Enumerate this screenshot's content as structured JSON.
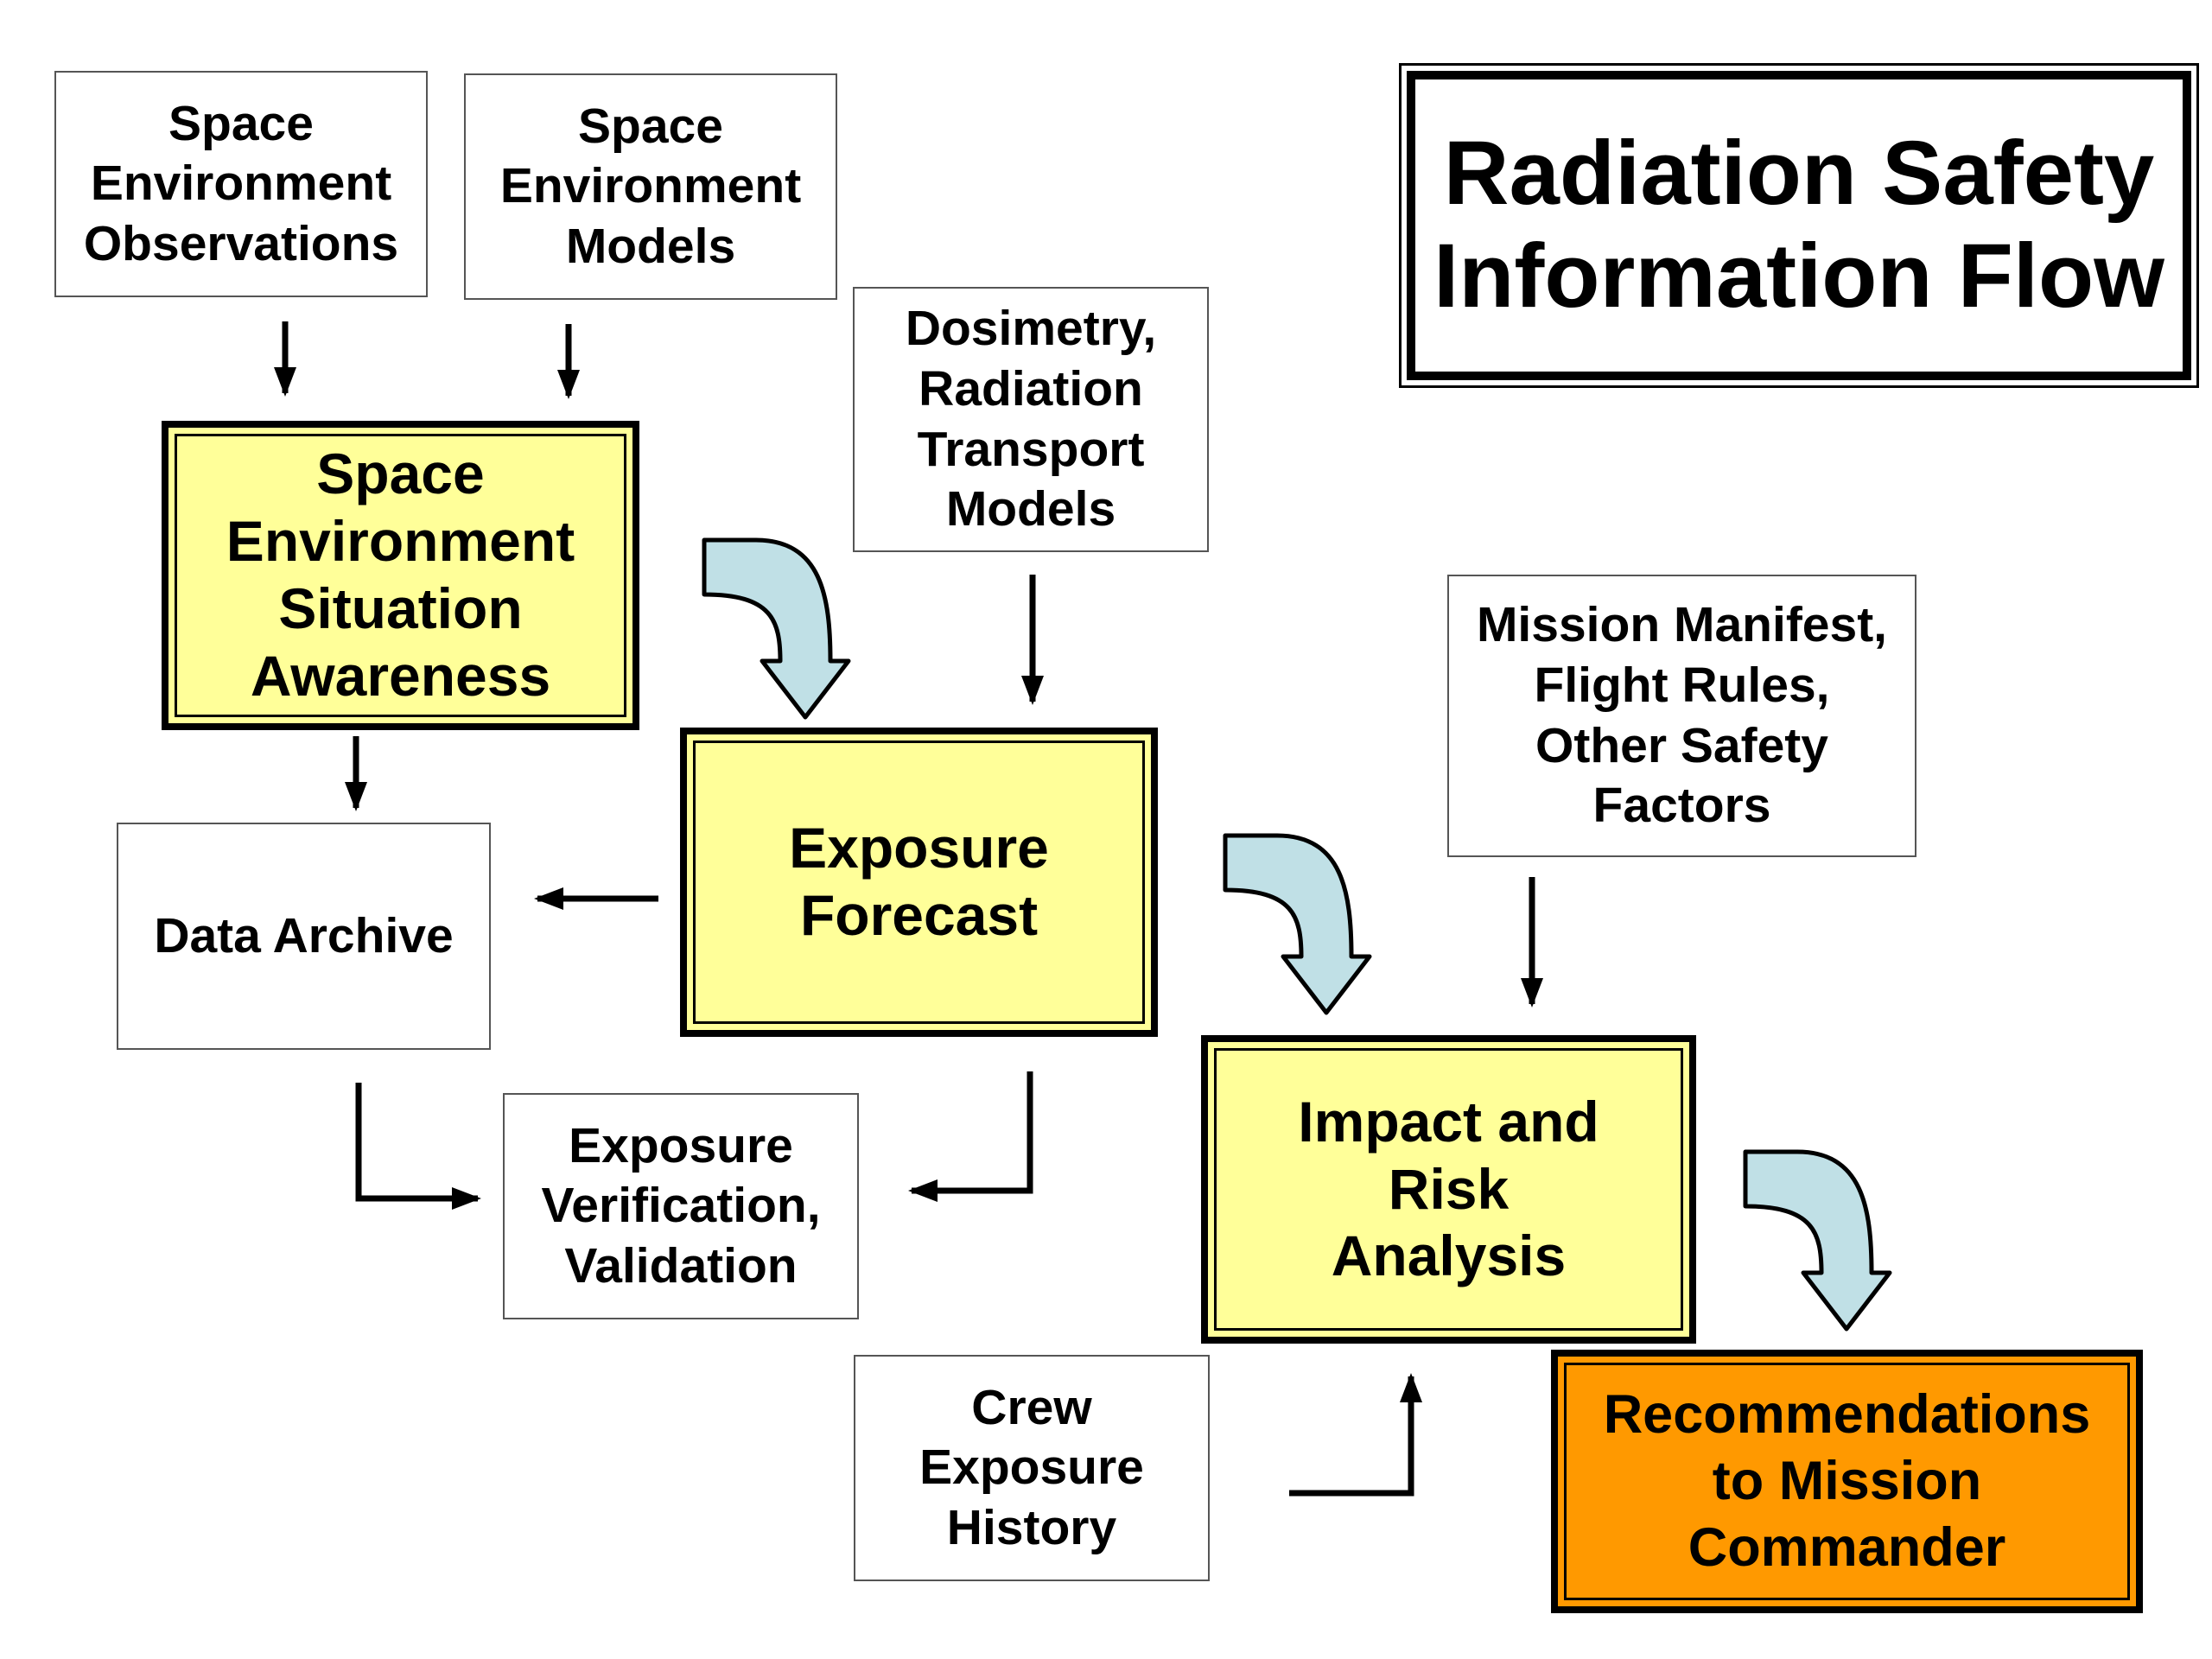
{
  "title": {
    "lines": [
      "Radiation Safety",
      "Information Flow"
    ]
  },
  "boxes": {
    "space_env_observations": {
      "lines": [
        "Space",
        "Environment",
        "Observations"
      ]
    },
    "space_env_models": {
      "lines": [
        "Space",
        "Environment",
        "Models"
      ]
    },
    "dosimetry_models": {
      "lines": [
        "Dosimetry,",
        "Radiation",
        "Transport",
        "Models"
      ]
    },
    "situation_awareness": {
      "lines": [
        "Space",
        "Environment",
        "Situation",
        "Awareness"
      ]
    },
    "exposure_forecast": {
      "lines": [
        "Exposure",
        "Forecast"
      ]
    },
    "data_archive": {
      "lines": [
        "Data Archive"
      ]
    },
    "mission_manifest": {
      "lines": [
        "Mission Manifest,",
        "Flight Rules,",
        "Other Safety",
        "Factors"
      ]
    },
    "exposure_verification": {
      "lines": [
        "Exposure",
        "Verification,",
        "Validation"
      ]
    },
    "impact_risk_analysis": {
      "lines": [
        "Impact and",
        "Risk",
        "Analysis"
      ]
    },
    "crew_exposure_history": {
      "lines": [
        "Crew",
        "Exposure",
        "History"
      ]
    },
    "recommendations": {
      "lines": [
        "Recommendations",
        "to Mission",
        "Commander"
      ]
    }
  },
  "colors": {
    "key_fill": "#ffff99",
    "output_fill": "#ff9900",
    "flow_arrow_fill": "#c0e0e6",
    "line": "#000000"
  }
}
